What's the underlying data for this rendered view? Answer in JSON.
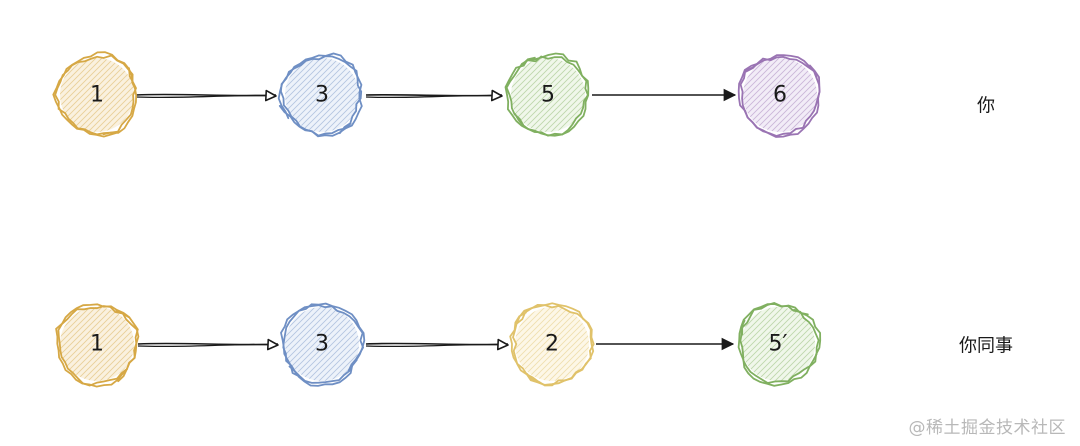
{
  "rows": [
    {
      "label": "你",
      "nodes": [
        {
          "text": "1",
          "color": "#d6a845",
          "fill": "#f5e6c4"
        },
        {
          "text": "3",
          "color": "#6f8fc4",
          "fill": "#dfe7f5"
        },
        {
          "text": "5",
          "color": "#80b060",
          "fill": "#e3f0d8"
        },
        {
          "text": "6",
          "color": "#9a74b3",
          "fill": "#e8dcf0"
        }
      ]
    },
    {
      "label": "你同事",
      "nodes": [
        {
          "text": "1",
          "color": "#d6a845",
          "fill": "#f5e6c4"
        },
        {
          "text": "3",
          "color": "#6f8fc4",
          "fill": "#dfe7f5"
        },
        {
          "text": "2",
          "color": "#e0c26a",
          "fill": "#fbf1d4"
        },
        {
          "text": "5′",
          "color": "#80b060",
          "fill": "#e3f0d8"
        }
      ]
    }
  ],
  "watermark": "@稀土掘金技术社区"
}
